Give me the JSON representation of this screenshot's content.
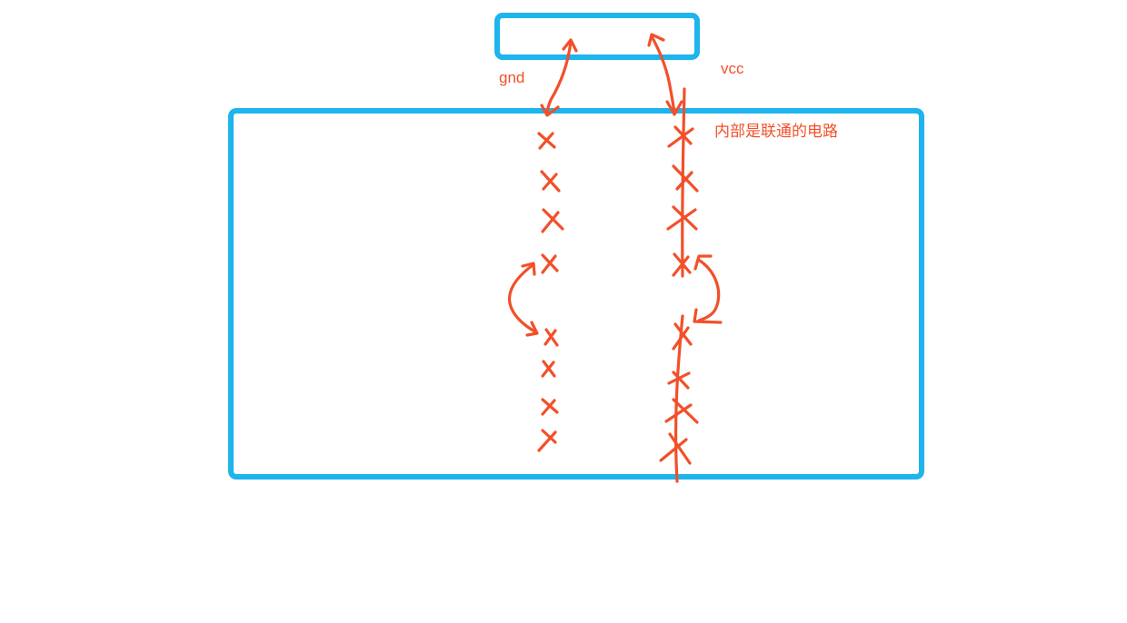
{
  "diagram": {
    "title": "",
    "colors": {
      "box": "#1EB4EC",
      "ink": "#F2502A",
      "background": "#FFFFFF"
    },
    "nodes": [
      {
        "id": "connector",
        "shape": "rounded-rect",
        "label": ""
      },
      {
        "id": "board",
        "shape": "rounded-rect",
        "label": ""
      }
    ],
    "labels": {
      "gnd": "gnd",
      "vcc": "vcc",
      "note": "内部是联通的电路"
    },
    "rails": [
      {
        "id": "gnd-rail",
        "marks": 8,
        "connected_line": false
      },
      {
        "id": "vcc-rail",
        "marks": 8,
        "connected_line": true
      }
    ],
    "edges": [
      {
        "from": "connector",
        "to": "gnd-rail",
        "type": "double-arrow",
        "label": "gnd"
      },
      {
        "from": "connector",
        "to": "vcc-rail",
        "type": "double-arrow",
        "label": "vcc"
      },
      {
        "from": "gnd-rail.upper",
        "to": "gnd-rail.lower",
        "type": "curved-double-arrow"
      },
      {
        "from": "vcc-rail.upper",
        "to": "vcc-rail.lower",
        "type": "curved-double-arrow"
      }
    ]
  }
}
